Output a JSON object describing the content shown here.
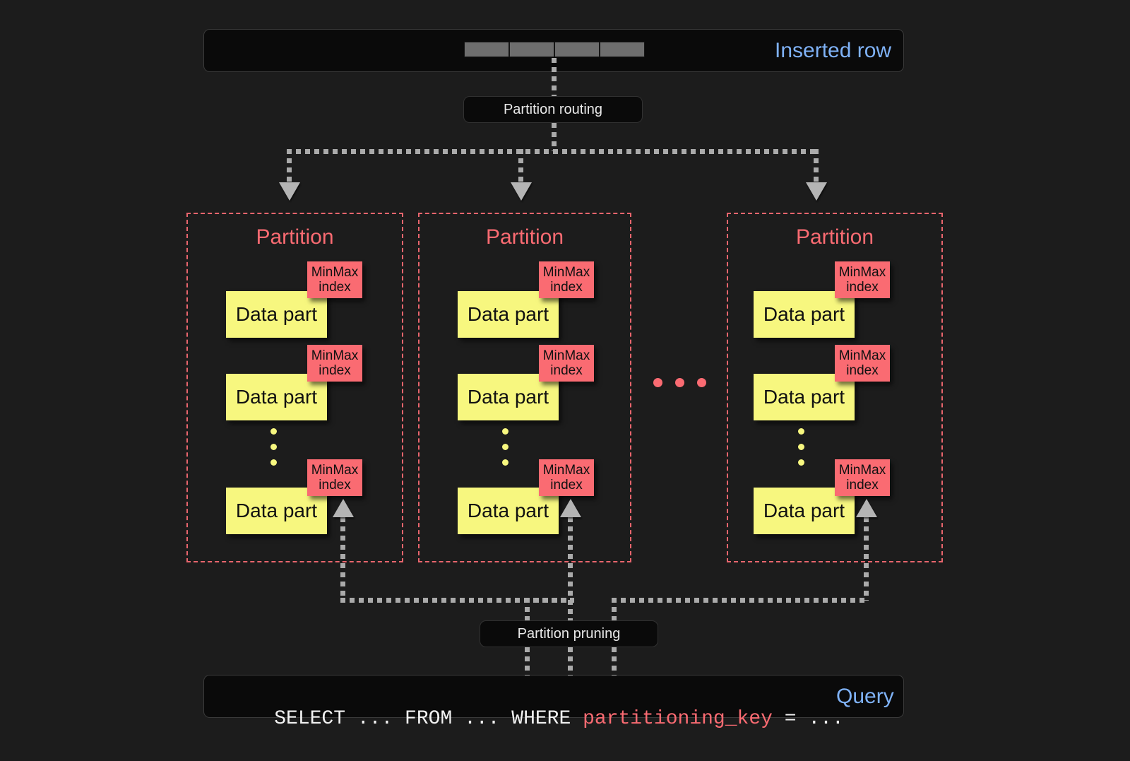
{
  "diagram": {
    "title": "ClickHouse partitioning: insert routing and partition pruning",
    "colors": {
      "background": "#1c1c1c",
      "panel": "#0a0a0a",
      "accent_blue": "#7fb2f7",
      "accent_red": "#fa6b72",
      "accent_yellow": "#f7f77f",
      "connector_gray": "#aaaaaa",
      "row_cell_gray": "#6e6e6e"
    }
  },
  "inserted_row": {
    "label": "Inserted row",
    "cell_count": 4
  },
  "partition_routing": {
    "label": "Partition routing"
  },
  "partitions": [
    {
      "title": "Partition",
      "data_parts": [
        {
          "label": "Data part",
          "index_label": "MinMax\nindex",
          "index_line1": "MinMax",
          "index_line2": "index"
        },
        {
          "label": "Data part",
          "index_label": "MinMax\nindex",
          "index_line1": "MinMax",
          "index_line2": "index"
        },
        {
          "label": "Data part",
          "index_label": "MinMax\nindex",
          "index_line1": "MinMax",
          "index_line2": "index"
        }
      ],
      "ellipsis_dots": 3
    },
    {
      "title": "Partition",
      "data_parts": [
        {
          "label": "Data part",
          "index_line1": "MinMax",
          "index_line2": "index"
        },
        {
          "label": "Data part",
          "index_line1": "MinMax",
          "index_line2": "index"
        },
        {
          "label": "Data part",
          "index_line1": "MinMax",
          "index_line2": "index"
        }
      ],
      "ellipsis_dots": 3
    },
    {
      "title": "Partition",
      "data_parts": [
        {
          "label": "Data part",
          "index_line1": "MinMax",
          "index_line2": "index"
        },
        {
          "label": "Data part",
          "index_line1": "MinMax",
          "index_line2": "index"
        },
        {
          "label": "Data part",
          "index_line1": "MinMax",
          "index_line2": "index"
        }
      ],
      "ellipsis_dots": 3
    }
  ],
  "between_partitions_ellipsis": {
    "dots": 3
  },
  "partition_pruning": {
    "label": "Partition pruning"
  },
  "query": {
    "label": "Query",
    "prefix": "SELECT ... FROM ... WHERE ",
    "key": "partitioning_key",
    "suffix": " = ...",
    "full_text": "SELECT ... FROM ... WHERE partitioning_key = ..."
  }
}
